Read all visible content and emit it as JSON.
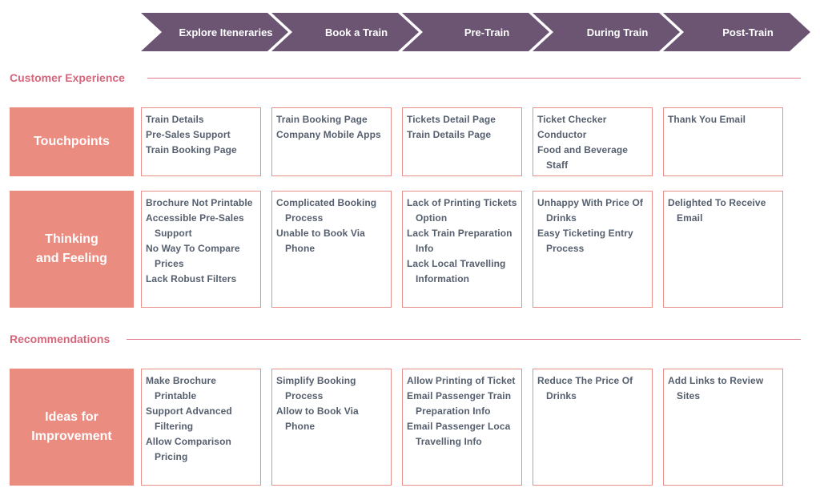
{
  "stages": [
    "Explore Iteneraries",
    "Book a Train",
    "Pre-Train",
    "During Train",
    "Post-Train"
  ],
  "sections": {
    "customer_experience": "Customer Experience",
    "recommendations": "Recommendations"
  },
  "rows": [
    {
      "label": "Touchpoints",
      "cells": [
        [
          "Train Details",
          "Pre-Sales Support",
          "Train Booking Page"
        ],
        [
          "Train Booking Page",
          "Company Mobile Apps"
        ],
        [
          "Tickets Detail Page",
          "Train Details Page"
        ],
        [
          "Ticket Checker",
          "Conductor",
          "Food and Beverage Staff"
        ],
        [
          "Thank You Email"
        ]
      ]
    },
    {
      "label": "Thinking\nand Feeling",
      "cells": [
        [
          "Brochure Not Printable",
          "Accessible Pre-Sales Support",
          "No Way To Compare Prices",
          "Lack Robust Filters"
        ],
        [
          "Complicated Booking Process",
          "Unable to Book Via Phone"
        ],
        [
          "Lack of Printing Tickets Option",
          "Lack Train Preparation Info",
          "Lack Local Travelling Information"
        ],
        [
          "Unhappy With Price Of Drinks",
          "Easy Ticketing Entry Process"
        ],
        [
          "Delighted To Receive Email"
        ]
      ]
    },
    {
      "label": "Ideas for\nImprovement",
      "cells": [
        [
          "Make Brochure Printable",
          "Support Advanced Filtering",
          "Allow Comparison Pricing"
        ],
        [
          "Simplify Booking Process",
          "Allow to Book Via Phone"
        ],
        [
          "Allow Printing of Ticket",
          "Email Passenger Train Preparation Info",
          "Email Passenger Loca Travelling Info"
        ],
        [
          "Reduce The Price Of Drinks"
        ],
        [
          "Add Links to Review Sites"
        ]
      ]
    }
  ],
  "colors": {
    "stage_fill": "#6b5573",
    "accent": "#d5667b",
    "label_fill": "#eb8c80",
    "card_border": "#e9908a",
    "text": "#555f6e"
  }
}
